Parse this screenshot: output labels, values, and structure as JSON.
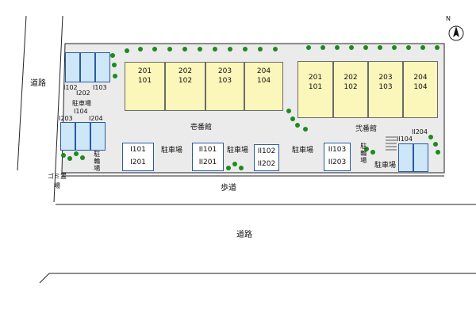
{
  "compass": {
    "letter": "N"
  },
  "roads": {
    "left_road": "道路",
    "main_road": "道路",
    "sidewalk": "歩道"
  },
  "garbage": "ゴミ置場",
  "buildings": {
    "building1": {
      "name": "壱番館",
      "units": [
        {
          "upper": "201",
          "lower": "101"
        },
        {
          "upper": "202",
          "lower": "102"
        },
        {
          "upper": "203",
          "lower": "103"
        },
        {
          "upper": "204",
          "lower": "104"
        }
      ]
    },
    "building2": {
      "name": "弐番館",
      "units": [
        {
          "upper": "201",
          "lower": "101"
        },
        {
          "upper": "202",
          "lower": "102"
        },
        {
          "upper": "203",
          "lower": "103"
        },
        {
          "upper": "204",
          "lower": "104"
        }
      ]
    }
  },
  "parking": {
    "label": "駐車場",
    "tl_slots": [
      "I102",
      "I202",
      "I103"
    ],
    "tl_label": "駐車場",
    "tl2_top": [
      "I104"
    ],
    "tl2_left": "I203",
    "tl2_right": "I204",
    "bike1": "駐輪場",
    "bike2": "駐輪場",
    "box1": [
      "I101",
      "I201"
    ],
    "box2": [
      "II101",
      "II201"
    ],
    "box3": [
      "II102",
      "II202"
    ],
    "box4": [
      "II103",
      "II203"
    ],
    "right_top_left": "II104",
    "right_top_right": "II204",
    "mid_labels": [
      "駐車場",
      "駐車場",
      "駐車場",
      "駐車場"
    ]
  }
}
